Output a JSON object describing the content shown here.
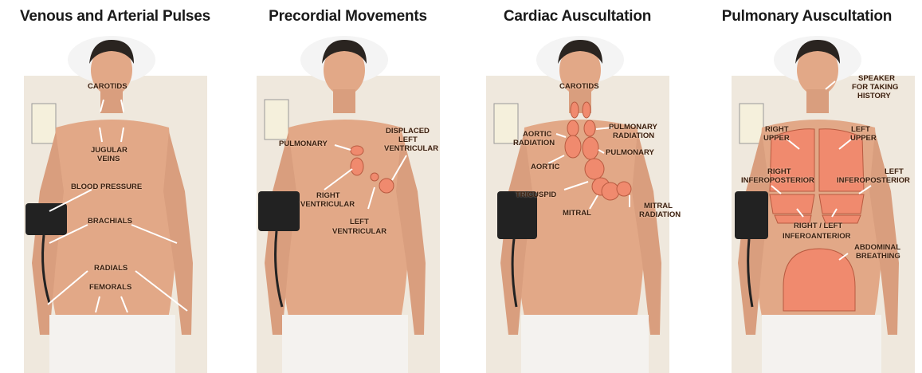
{
  "panels": [
    {
      "title": "Venous and Arterial Pulses",
      "labels": [
        "CAROTIDS",
        "JUGULAR",
        "VEINS",
        "BLOOD PRESSURE",
        "BRACHIALS",
        "RADIALS",
        "FEMORALS"
      ]
    },
    {
      "title": "Precordial Movements",
      "labels": [
        "PULMONARY",
        "DISPLACED",
        "LEFT",
        "VENTRICULAR",
        "RIGHT",
        "VENTRICULAR",
        "LEFT",
        "VENTRICULAR"
      ]
    },
    {
      "title": "Cardiac Auscultation",
      "labels": [
        "CAROTIDS",
        "AORTIC",
        "RADIATION",
        "PULMONARY",
        "RADIATION",
        "PULMONARY",
        "AORTIC",
        "TRICUSPID",
        "MITRAL",
        "MITRAL",
        "RADIATION"
      ]
    },
    {
      "title": "Pulmonary Auscultation",
      "labels": [
        "SPEAKER",
        "FOR TAKING",
        "HISTORY",
        "RIGHT",
        "UPPER",
        "LEFT",
        "UPPER",
        "RIGHT",
        "INFEROPOSTERIOR",
        "LEFT",
        "INFEROPOSTERIOR",
        "RIGHT / LEFT",
        "INFEROANTERIOR",
        "ABDOMINAL",
        "BREATHING"
      ]
    }
  ],
  "colors": {
    "skin": "#e2a887",
    "zone": "#f08a6e",
    "sheet": "#f4f2ef",
    "table": "#efe8dd",
    "hair": "#2a2420",
    "cuff": "#222222"
  }
}
